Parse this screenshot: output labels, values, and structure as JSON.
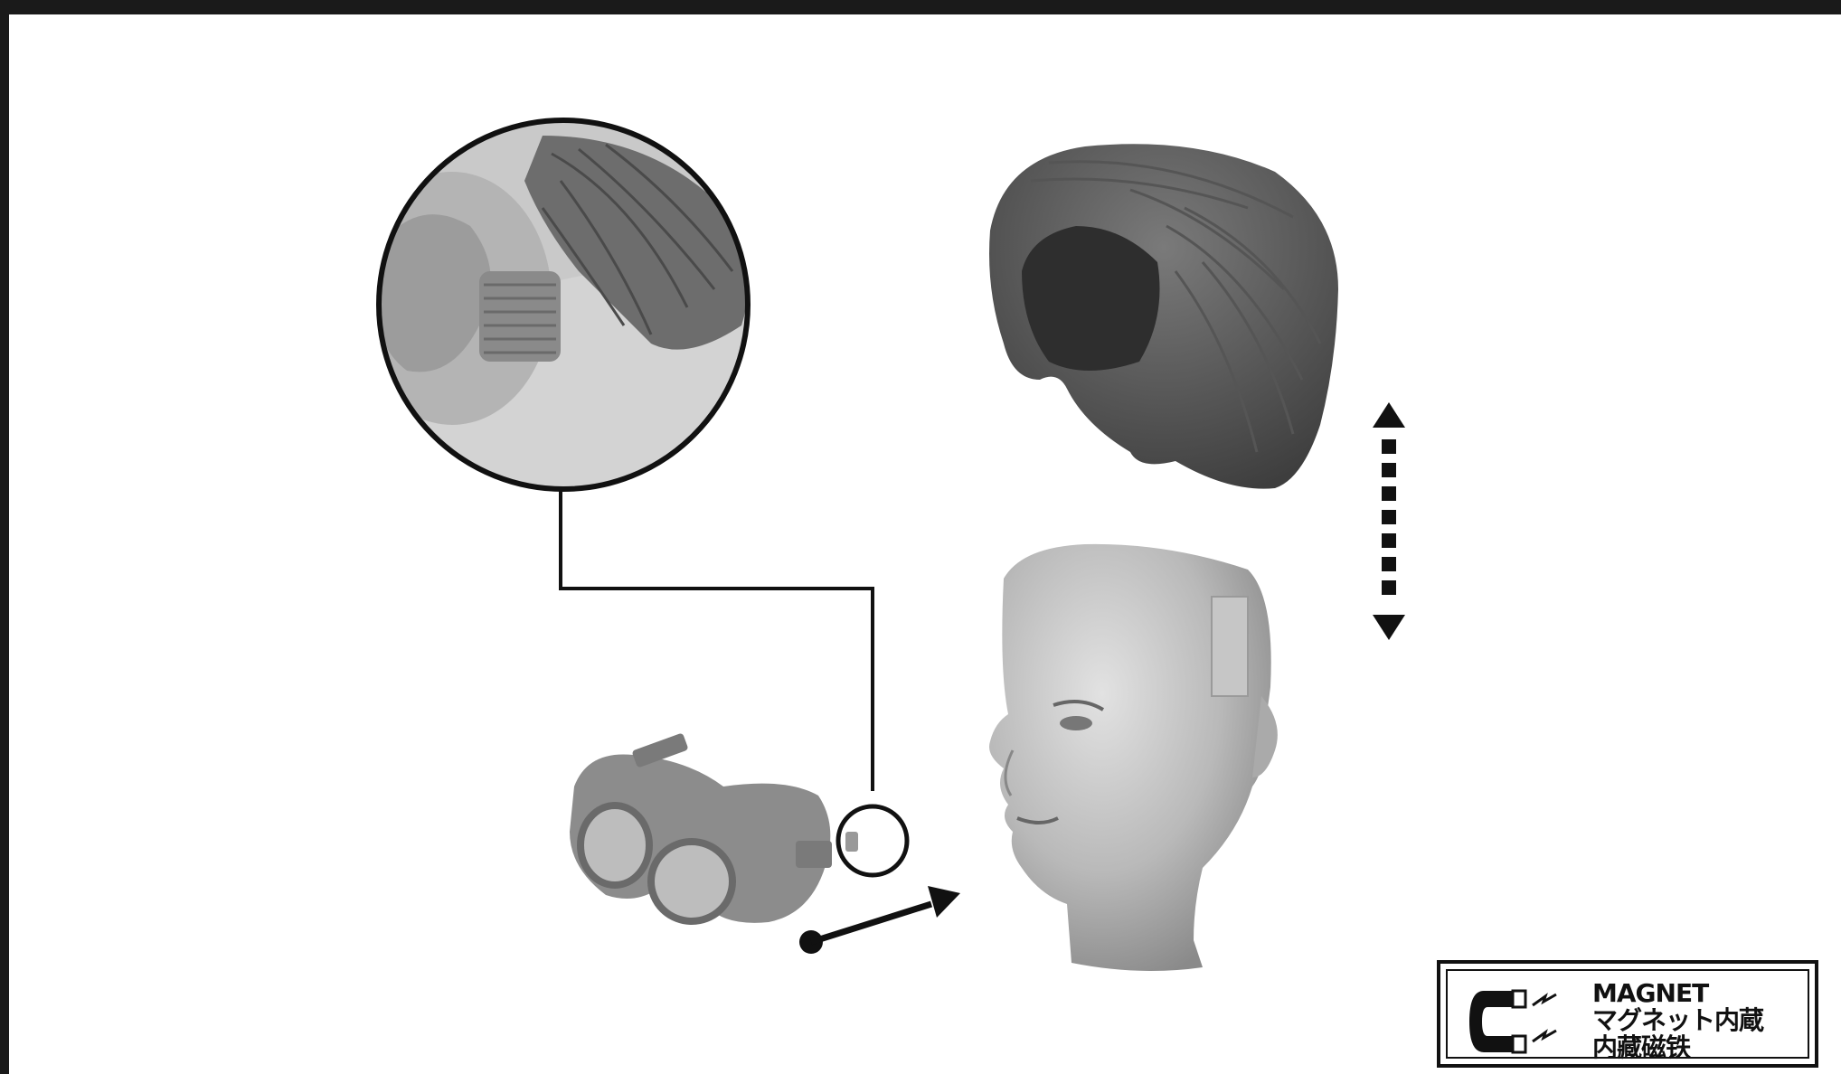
{
  "magnet_badge": {
    "line1": "MAGNET",
    "line2": "マグネット内蔵",
    "line3": "内藏磁铁",
    "icon": "magnet-icon"
  },
  "illustration": {
    "items": [
      "zoom-detail-circle",
      "hair-piece",
      "head-sculpt",
      "goggles",
      "attach-arrow",
      "vertical-double-arrow"
    ]
  },
  "colors": {
    "frame": "#1a1a1a",
    "background": "#ffffff",
    "ink": "#111111"
  }
}
